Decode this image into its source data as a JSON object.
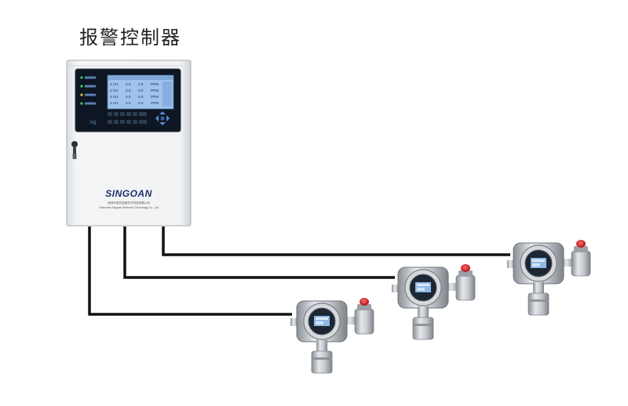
{
  "title": "报警控制器",
  "controller": {
    "brand": "SINGOAN",
    "company_cn": "深圳市信安智能电子科技有限公司",
    "company_en": "Shenzhen Singoan Electronic Technology Co., Ltd",
    "display_rows": [
      {
        "ch": "1 CH",
        "v1": "0.0",
        "v2": "0.0",
        "unit": "PPM"
      },
      {
        "ch": "2 CH",
        "v1": "0.0",
        "v2": "0.0",
        "unit": "PPM"
      },
      {
        "ch": "3 CH",
        "v1": "0.0",
        "v2": "0.0",
        "unit": "PPM"
      },
      {
        "ch": "4 CH",
        "v1": "0.0",
        "v2": "0.0",
        "unit": "PPM"
      }
    ]
  },
  "detectors_count": 3,
  "colors": {
    "wire": "#111111",
    "cabinet": "#eef0f2",
    "panel": "#0d1622",
    "lcd": "#9fc3ec",
    "alarm_red": "#d8222a"
  }
}
